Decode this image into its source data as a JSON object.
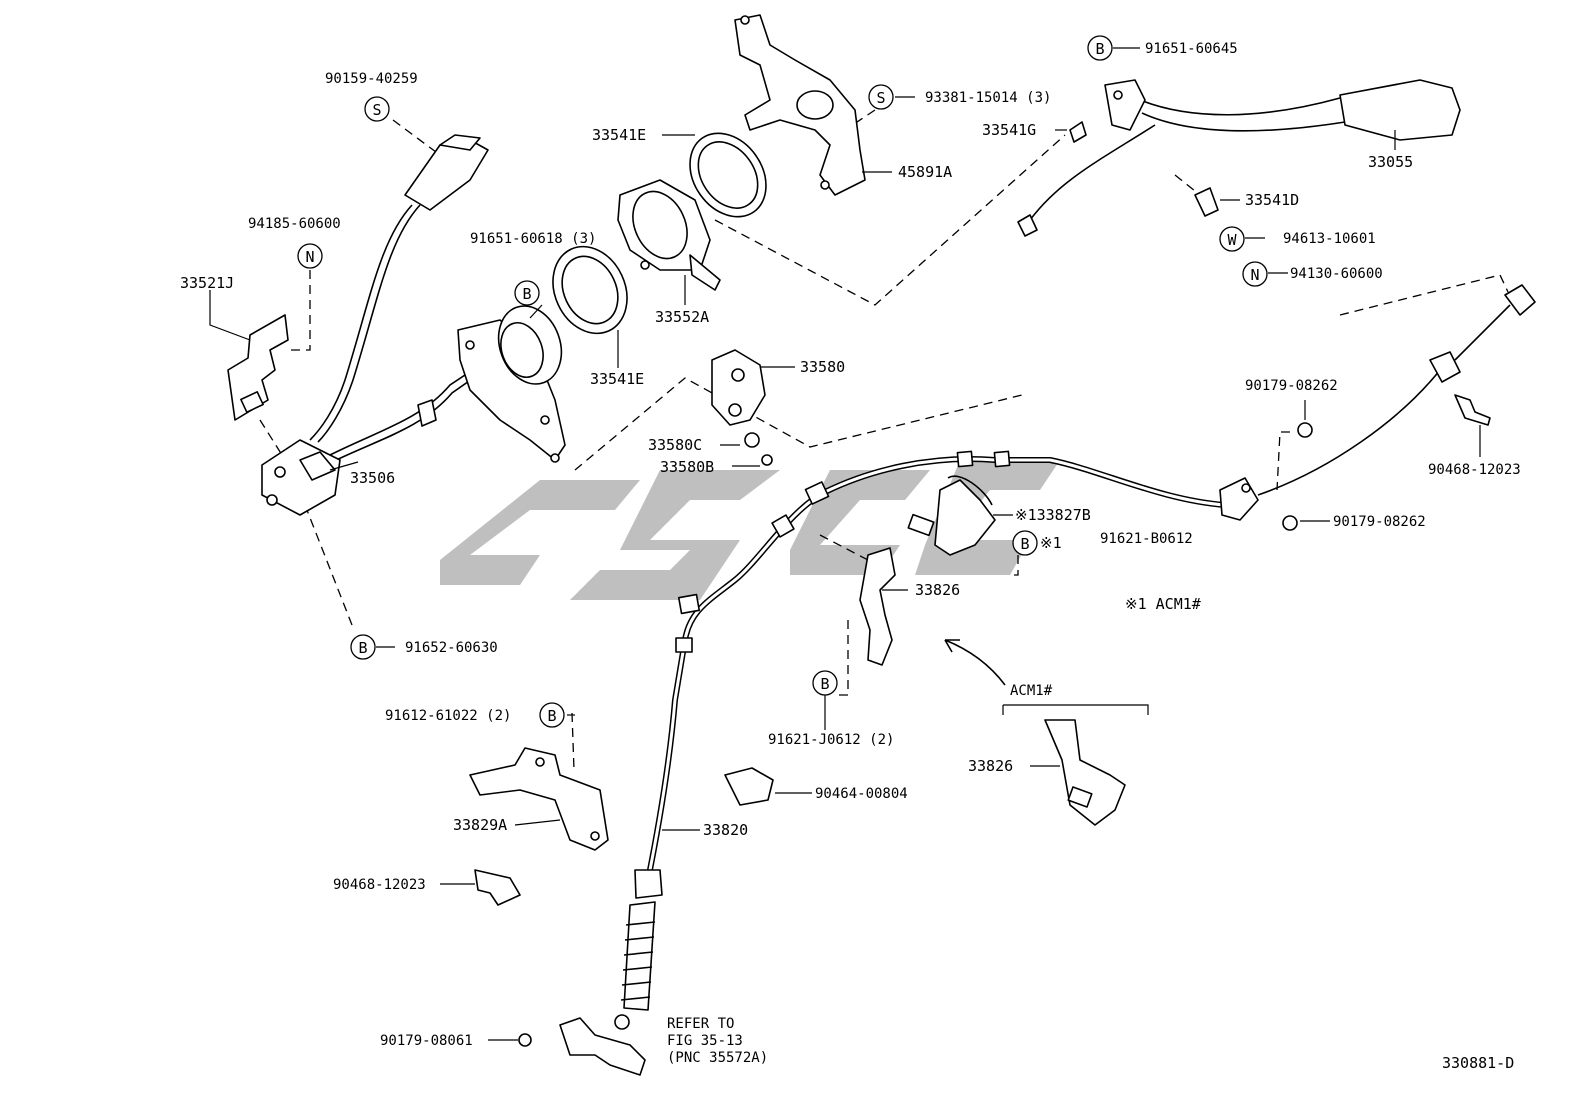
{
  "diagram": {
    "code": "330881-D",
    "parts": [
      {
        "id": "p01",
        "text": "90159-40259"
      },
      {
        "id": "p02",
        "text": "94185-60600"
      },
      {
        "id": "p03",
        "text": "33521J"
      },
      {
        "id": "p04",
        "text": "33506"
      },
      {
        "id": "p05",
        "text": "91652-60630"
      },
      {
        "id": "p06",
        "text": "91651-60618 (3)"
      },
      {
        "id": "p07",
        "text": "33541E"
      },
      {
        "id": "p08",
        "text": "33541E"
      },
      {
        "id": "p09",
        "text": "33552A"
      },
      {
        "id": "p10",
        "text": "93381-15014 (3)"
      },
      {
        "id": "p11",
        "text": "45891A"
      },
      {
        "id": "p12",
        "text": "33580"
      },
      {
        "id": "p13",
        "text": "33580C"
      },
      {
        "id": "p14",
        "text": "33580B"
      },
      {
        "id": "p15",
        "text": "91651-60645"
      },
      {
        "id": "p16",
        "text": "33541G"
      },
      {
        "id": "p17",
        "text": "33055"
      },
      {
        "id": "p18",
        "text": "33541D"
      },
      {
        "id": "p19",
        "text": "94613-10601"
      },
      {
        "id": "p20",
        "text": "94130-60600"
      },
      {
        "id": "p21",
        "text": "90179-08262"
      },
      {
        "id": "p22",
        "text": "90468-12023"
      },
      {
        "id": "p23",
        "text": "90179-08262"
      },
      {
        "id": "p24",
        "text": "※133827B"
      },
      {
        "id": "p25",
        "text": "※1"
      },
      {
        "id": "p26",
        "text": "91621-B0612"
      },
      {
        "id": "p27",
        "text": "33826"
      },
      {
        "id": "p28",
        "text": "※1 ACM1#"
      },
      {
        "id": "p29",
        "text": "91621-J0612 (2)"
      },
      {
        "id": "p30",
        "text": "ACM1#"
      },
      {
        "id": "p31",
        "text": "33826"
      },
      {
        "id": "p32",
        "text": "91612-61022 (2)"
      },
      {
        "id": "p33",
        "text": "33829A"
      },
      {
        "id": "p34",
        "text": "90464-00804"
      },
      {
        "id": "p35",
        "text": "33820"
      },
      {
        "id": "p36",
        "text": "90468-12023"
      },
      {
        "id": "p37",
        "text": "90179-08061"
      }
    ],
    "refer": [
      "REFER TO",
      "FIG 35-13",
      "(PNC 35572A)"
    ],
    "symbols": {
      "s1": "S",
      "s2": "S",
      "n1": "N",
      "n2": "N",
      "w1": "W",
      "b1": "B",
      "b2": "B",
      "b3": "B",
      "b4": "B",
      "b5": "B",
      "b6": "B"
    }
  }
}
